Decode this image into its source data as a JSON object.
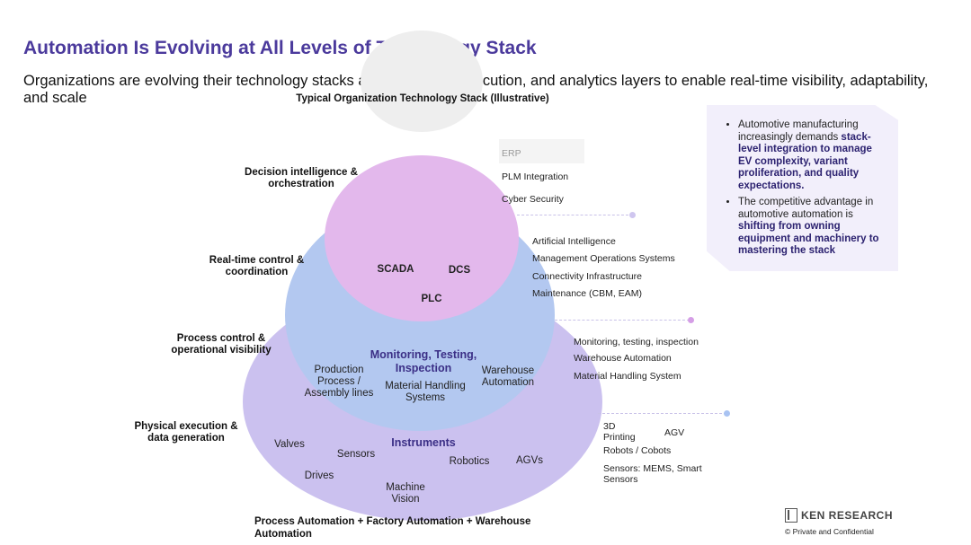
{
  "title": "Automation Is Evolving at All Levels of Technology Stack",
  "subtitle": "Organizations are evolving their technology stacks across control, execution, and analytics layers to enable real-time visibility, adaptability, and scale",
  "stack_title": "Typical Organization Technology Stack (Illustrative)",
  "layers": {
    "decision": "Decision intelligence & orchestration",
    "realtime": "Real-time control & coordination",
    "process": "Process control & operational visibility",
    "physical": "Physical execution & data generation"
  },
  "inner_circle": {
    "scada": "SCADA",
    "dcs": "DCS",
    "plc": "PLC"
  },
  "mid_circle": {
    "heading": "Monitoring, Testing, Inspection",
    "production": "Production Process / Assembly lines",
    "material": "Material Handling Systems",
    "warehouse": "Warehouse Automation"
  },
  "outer_circle": {
    "heading": "Instruments",
    "valves": "Valves",
    "sensors": "Sensors",
    "robotics": "Robotics",
    "agvs": "AGVs",
    "drives": "Drives",
    "vision": "Machine Vision"
  },
  "side_top": {
    "erp": "ERP",
    "plm": "PLM Integration",
    "cyber": "Cyber Security"
  },
  "side_realtime": {
    "ai": "Artificial Intelligence",
    "mos": "Management Operations Systems",
    "conn": "Connectivity Infrastructure",
    "maint": "Maintenance (CBM, EAM)"
  },
  "side_process": {
    "mti": "Monitoring, testing, inspection",
    "wa": "Warehouse Automation",
    "mhs": "Material Handling System"
  },
  "side_physical": {
    "printing": "3D Printing",
    "agv": "AGV",
    "cobots": "Robots / Cobots",
    "sensors": "Sensors: MEMS, Smart Sensors"
  },
  "callout": {
    "b1_pre": "Automotive manufacturing increasingly demands ",
    "b1_bold": "stack-level integration to manage EV complexity, variant proliferation, and quality expectations.",
    "b2_pre": "The competitive advantage in automotive automation is ",
    "b2_bold": "shifting from owning equipment and machinery to mastering the stack"
  },
  "footer_label": "Process Automation + Factory Automation + Warehouse Automation",
  "logo": {
    "text": "KEN RESEARCH",
    "icon": "ken-research-logo-icon"
  },
  "copyright": "©   Private and Confidential",
  "colors": {
    "title": "#4b3a9c",
    "inner_circle": "#e3b8ec",
    "mid_circle": "#b3c8f0",
    "outer_circle": "#cbc1ef",
    "dot_1": "#cfc6ef",
    "dot_2": "#d59ee6",
    "dot_3": "#a9c3f2"
  }
}
